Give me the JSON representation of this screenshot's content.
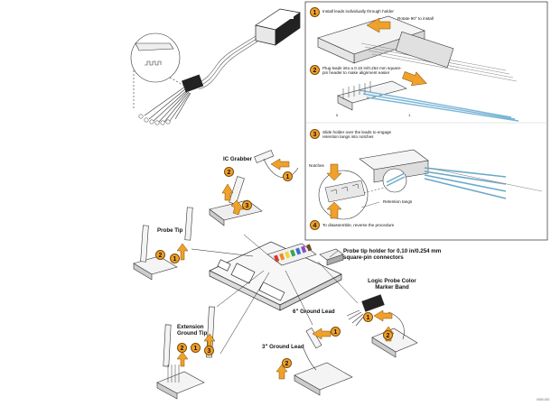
{
  "steps_panel": {
    "step1": {
      "number": "1",
      "text": "Install leads individually through holder",
      "callout": "Rotate 90° to install"
    },
    "step2": {
      "number": "2",
      "text": "Plug leads into a 0.10 in/0.254 mm square-pin header to make alignment easier"
    },
    "step3": {
      "number": "3",
      "text": "Slide holder over the leads to engage retention tangs into notches"
    },
    "notches_label": "Notches",
    "retention_label": "Retention tangs",
    "step4": {
      "number": "4",
      "text": "To disassemble, reverse the procedure"
    }
  },
  "labels": {
    "ic_grabber": "IC Grabber",
    "probe_tip": "Probe Tip",
    "extension_ground_tip": "Extension Ground Tip",
    "probe_tip_holder": "Probe tip holder for 0.10 in/0.254 mm square-pin connectors",
    "color_marker_band": "Logic Probe Color Marker Band",
    "ground_lead_6": "6\" Ground Lead",
    "ground_lead_3": "3\" Ground Lead"
  },
  "callouts": {
    "ic_1": "1",
    "ic_2": "2",
    "ic_3": "3",
    "tip_1": "1",
    "tip_2": "2",
    "ext_1": "1",
    "ext_2": "2",
    "ext_3": "3",
    "g3_1": "1",
    "g3_2": "2",
    "band_1": "1",
    "band_2": "2"
  },
  "colors": {
    "callout_fill": "#f0a12a",
    "arrow_fill": "#f0a12a",
    "ribbon_colors": [
      "#d8362f",
      "#f08a24",
      "#ecd63a",
      "#3fa34d",
      "#3a6fd1",
      "#8a4fc2",
      "#6b4a2b"
    ]
  },
  "icons": [
    "connector-box-icon",
    "probe-lead-icon",
    "orange-arrow-icon",
    "circuit-board-icon"
  ]
}
